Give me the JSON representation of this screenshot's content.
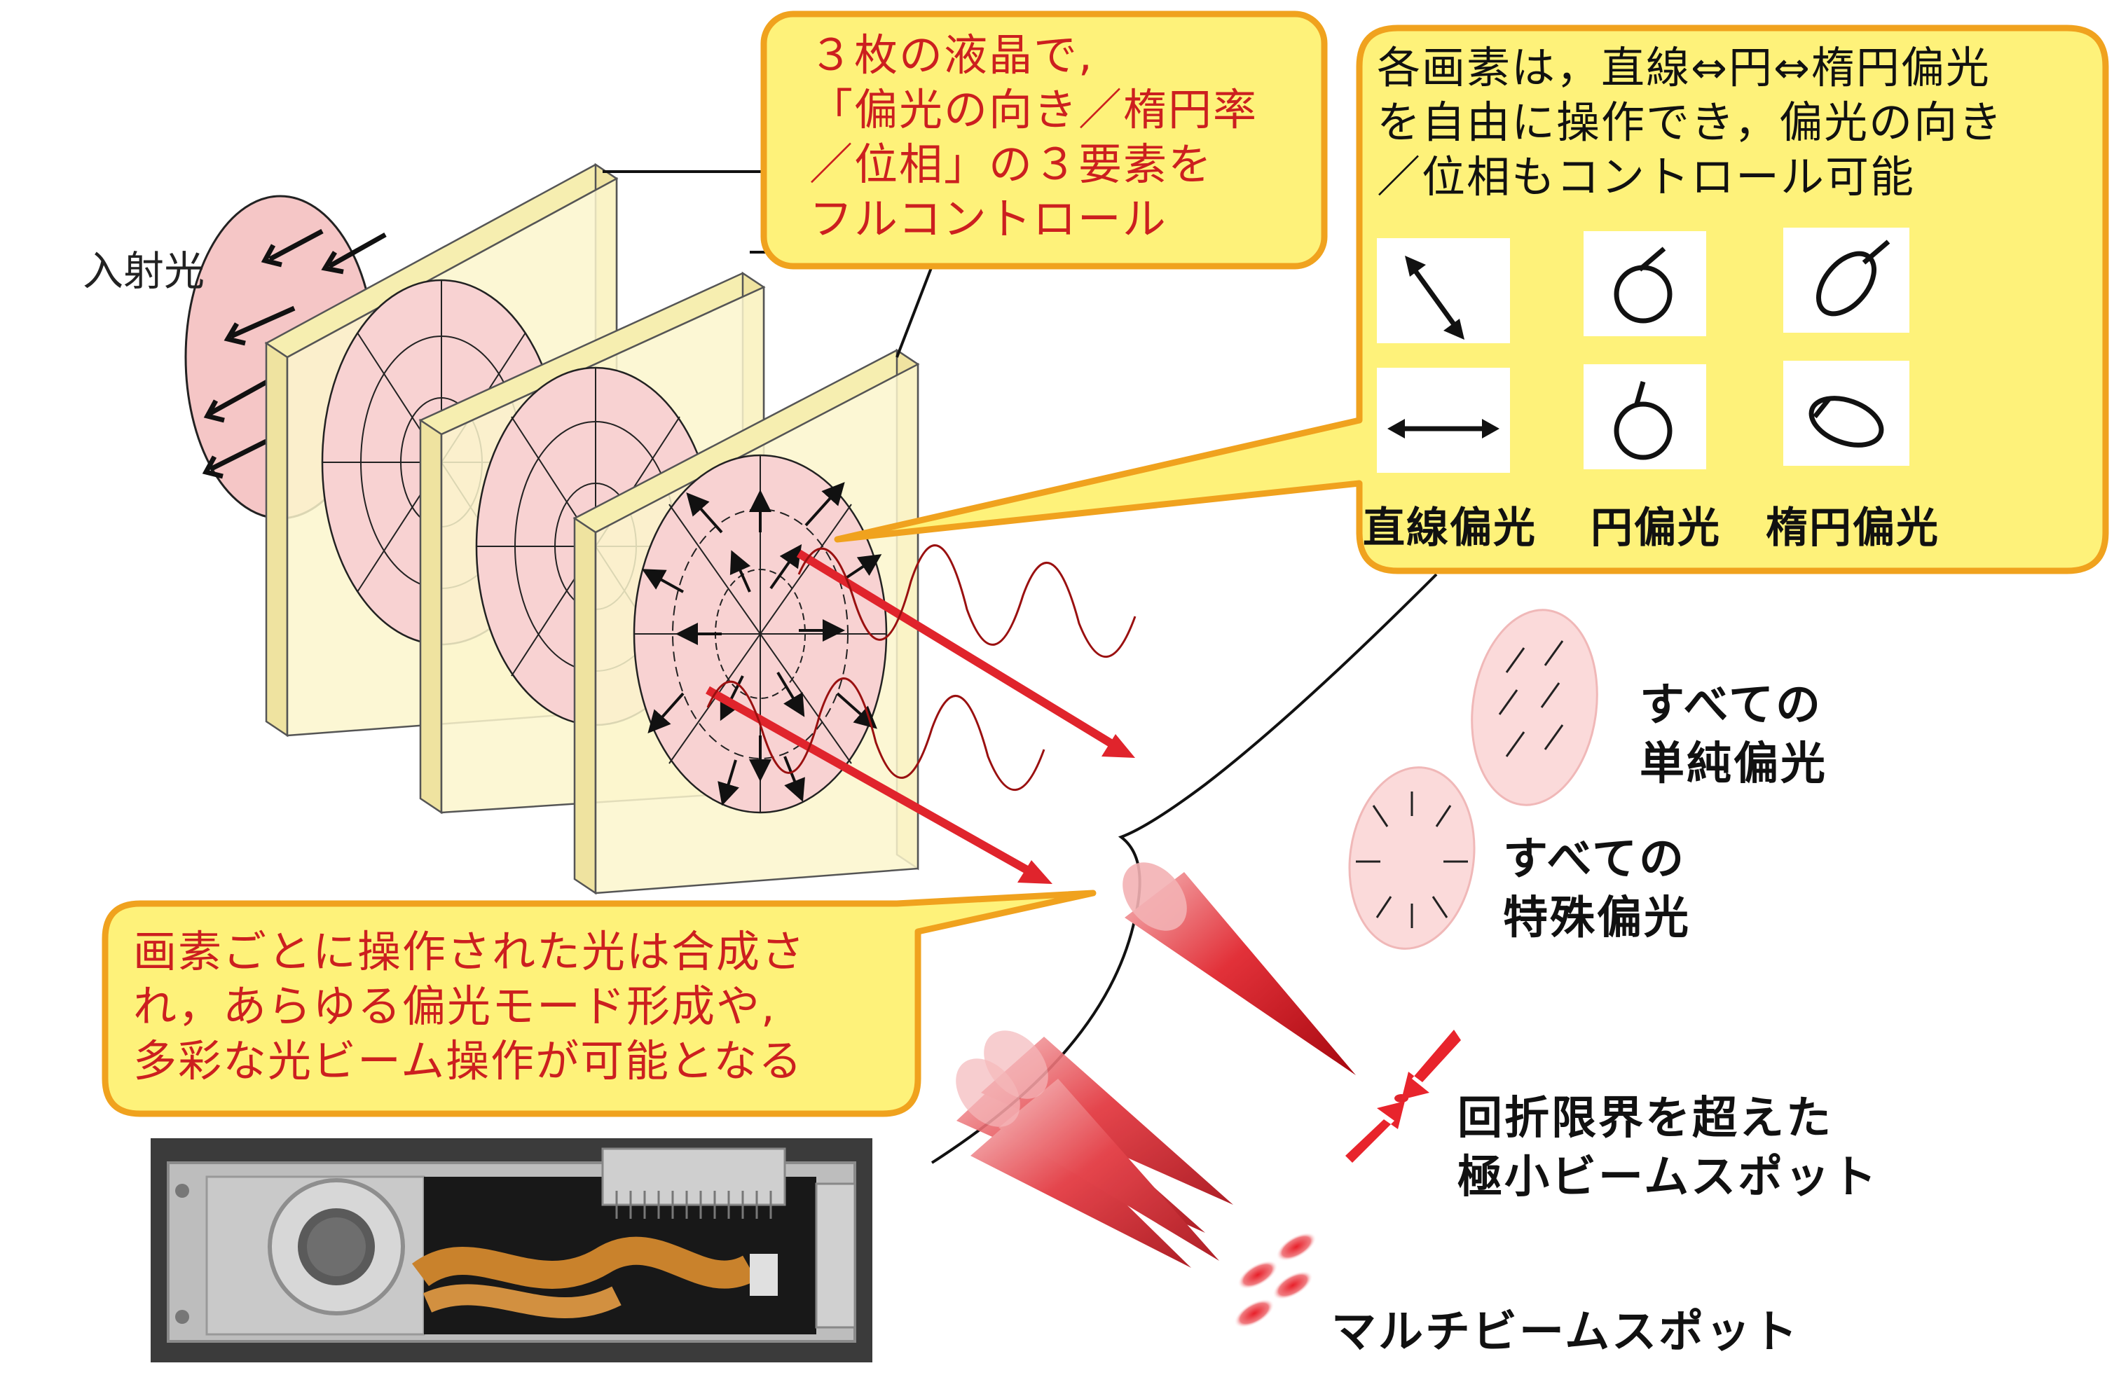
{
  "labels": {
    "incident_light": "入射光",
    "callout_top": "３枚の液晶で,\n「偏光の向き／楕円率\n／位相」の３要素を\nフルコントロール",
    "callout_right": "各画素は，直線⇔円⇔楕円偏光\nを自由に操作でき，偏光の向き\n／位相もコントロール可能",
    "pol_linear": "直線偏光",
    "pol_circular": "円偏光",
    "pol_elliptical": "楕円偏光",
    "callout_bottom": "画素ごとに操作された光は合成さ\nれ，あらゆる偏光モード形成や,\n多彩な光ビーム操作が可能となる",
    "all_uniform": "すべての\n単純偏光",
    "all_special": "すべての\n特殊偏光",
    "small_spot": "回折限界を超えた\n極小ビームスポット",
    "multi_spot": "マルチビームスポット"
  },
  "colors": {
    "callout_fill": "#fef27a",
    "callout_border": "#f0a21e",
    "panel_fill": "#fbf6cc",
    "disk_fill": "#f8d2d2",
    "beam_red": "#e0242c",
    "text_red": "#cc1f1f"
  }
}
